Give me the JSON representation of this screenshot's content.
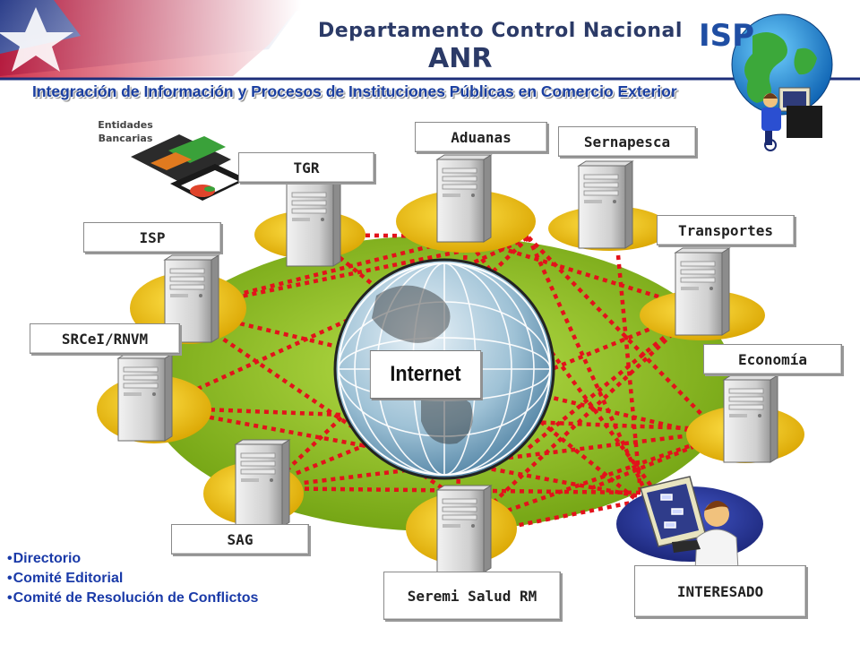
{
  "header": {
    "title": "Departamento Control Nacional",
    "anr": "ANR",
    "isp_logo": "ISP"
  },
  "subtitle": "Integración de Información y Procesos de Instituciones Públicas  en Comercio Exterior",
  "entities_label": {
    "line1": "Entidades",
    "line2": "Bancarias"
  },
  "center_label": "Internet",
  "nodes": {
    "aduanas": "Aduanas",
    "sernapesca": "Sernapesca",
    "tgr": "TGR",
    "isp": "ISP",
    "transportes": "Transportes",
    "srcei": "SRCeI/RNVM",
    "economia": "Economía",
    "sag": "SAG",
    "seremi": "Seremi Salud RM",
    "interesado": "INTERESADO"
  },
  "list": [
    "Directorio",
    "Comité Editorial",
    "Comité de Resolución de Conflictos"
  ],
  "colors": {
    "title_blue": "#1b3fa0",
    "link_red": "#e3121b",
    "ellipse_green": "#8cc21e",
    "node_gold": "#f2c200"
  }
}
